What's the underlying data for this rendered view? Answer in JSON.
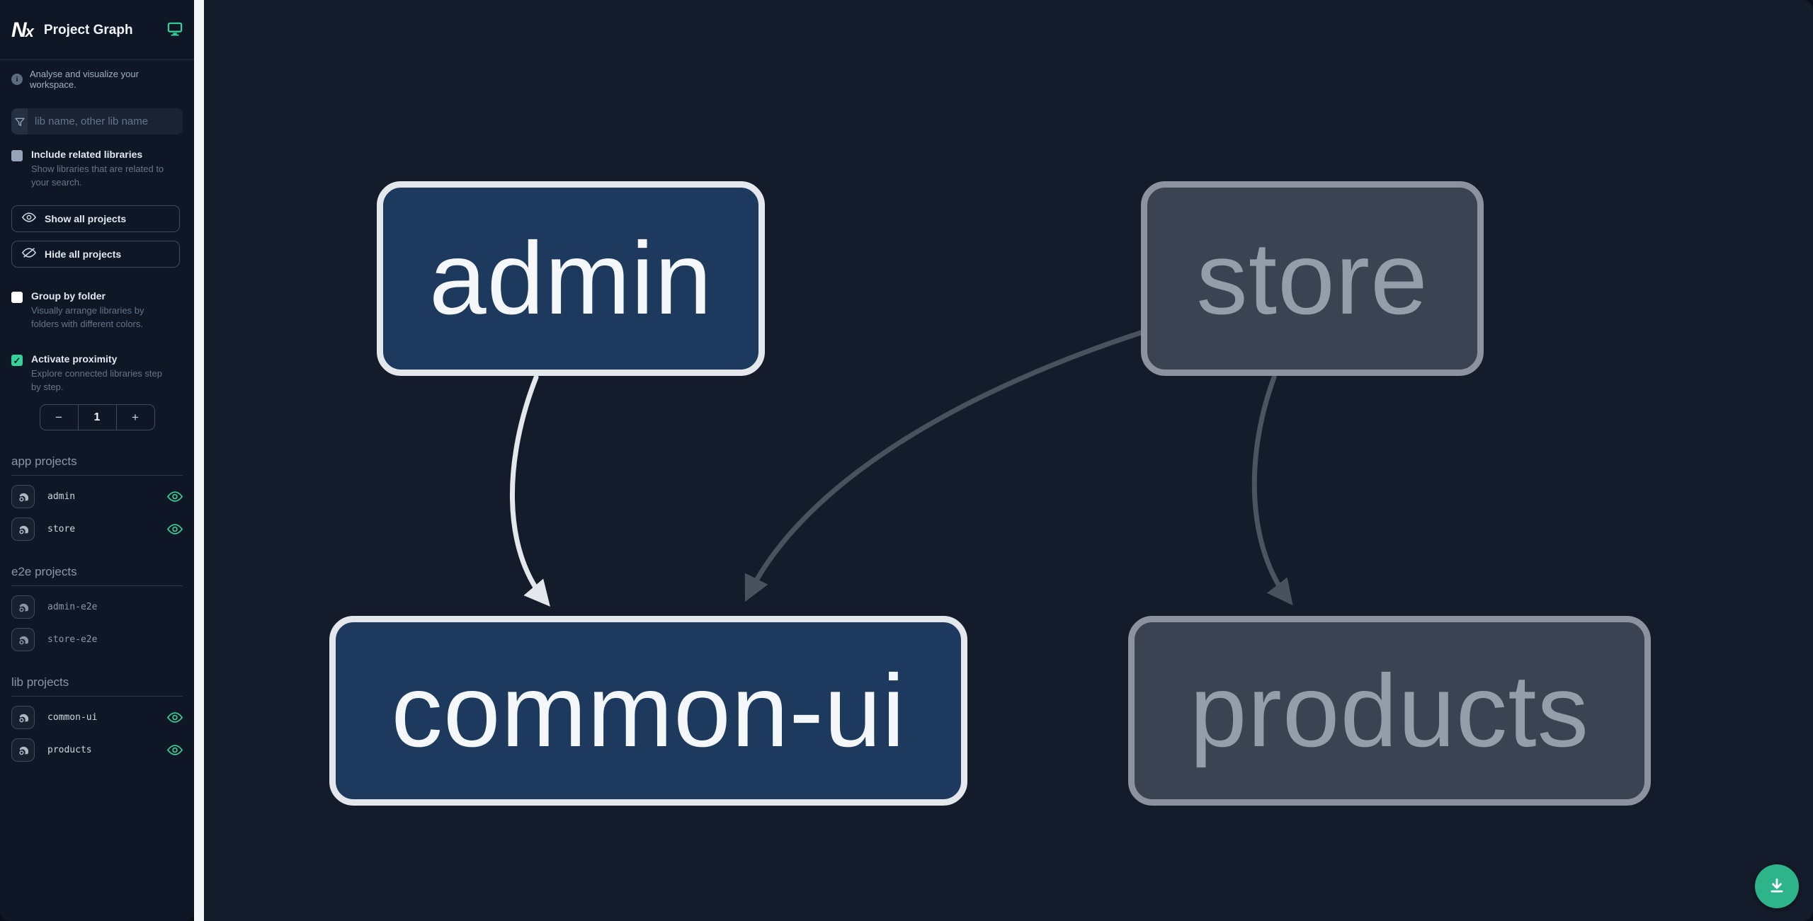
{
  "app": {
    "title": "Project Graph"
  },
  "sidebar": {
    "tagline": "Analyse and visualize your workspace.",
    "filter": {
      "placeholder": "lib name, other lib name",
      "value": ""
    },
    "checkboxes": {
      "include_related": {
        "label": "Include related libraries",
        "description": "Show libraries that are related to your search.",
        "checked": false
      },
      "group_by_folder": {
        "label": "Group by folder",
        "description": "Visually arrange libraries by folders with different colors.",
        "checked": false
      },
      "activate_proximity": {
        "label": "Activate proximity",
        "description": "Explore connected libraries step by step.",
        "checked": true
      }
    },
    "buttons": {
      "show_all": "Show all projects",
      "hide_all": "Hide all projects"
    },
    "stepper": {
      "decrement": "−",
      "value": "1",
      "increment": "+"
    },
    "sections": [
      {
        "heading": "app projects",
        "items": [
          {
            "name": "admin",
            "visible": true
          },
          {
            "name": "store",
            "visible": true
          }
        ]
      },
      {
        "heading": "e2e projects",
        "items": [
          {
            "name": "admin-e2e",
            "visible": false
          },
          {
            "name": "store-e2e",
            "visible": false
          }
        ]
      },
      {
        "heading": "lib projects",
        "items": [
          {
            "name": "common-ui",
            "visible": true
          },
          {
            "name": "products",
            "visible": true
          }
        ]
      }
    ]
  },
  "graph": {
    "nodes": [
      {
        "id": "admin",
        "label": "admin",
        "state": "focused"
      },
      {
        "id": "store",
        "label": "store",
        "state": "dimmed"
      },
      {
        "id": "common-ui",
        "label": "common-ui",
        "state": "focused"
      },
      {
        "id": "products",
        "label": "products",
        "state": "dimmed"
      }
    ],
    "edges": [
      {
        "from": "admin",
        "to": "common-ui",
        "state": "highlighted"
      },
      {
        "from": "store",
        "to": "common-ui",
        "state": "dimmed"
      },
      {
        "from": "store",
        "to": "products",
        "state": "dimmed"
      }
    ]
  },
  "fab": {
    "icon": "download"
  },
  "colors": {
    "accent_teal": "#34d399",
    "fab_teal": "#2eb489",
    "node_focused_bg": "#1d3a5e",
    "node_focused_border": "#e4e7eb",
    "node_dimmed_bg": "#3b4352",
    "node_dimmed_border": "#8c929e",
    "edge_highlighted": "#e4e7eb",
    "edge_dimmed": "#49515f",
    "sidebar_bg": "#0f1726",
    "canvas_bg": "#141b2a"
  }
}
